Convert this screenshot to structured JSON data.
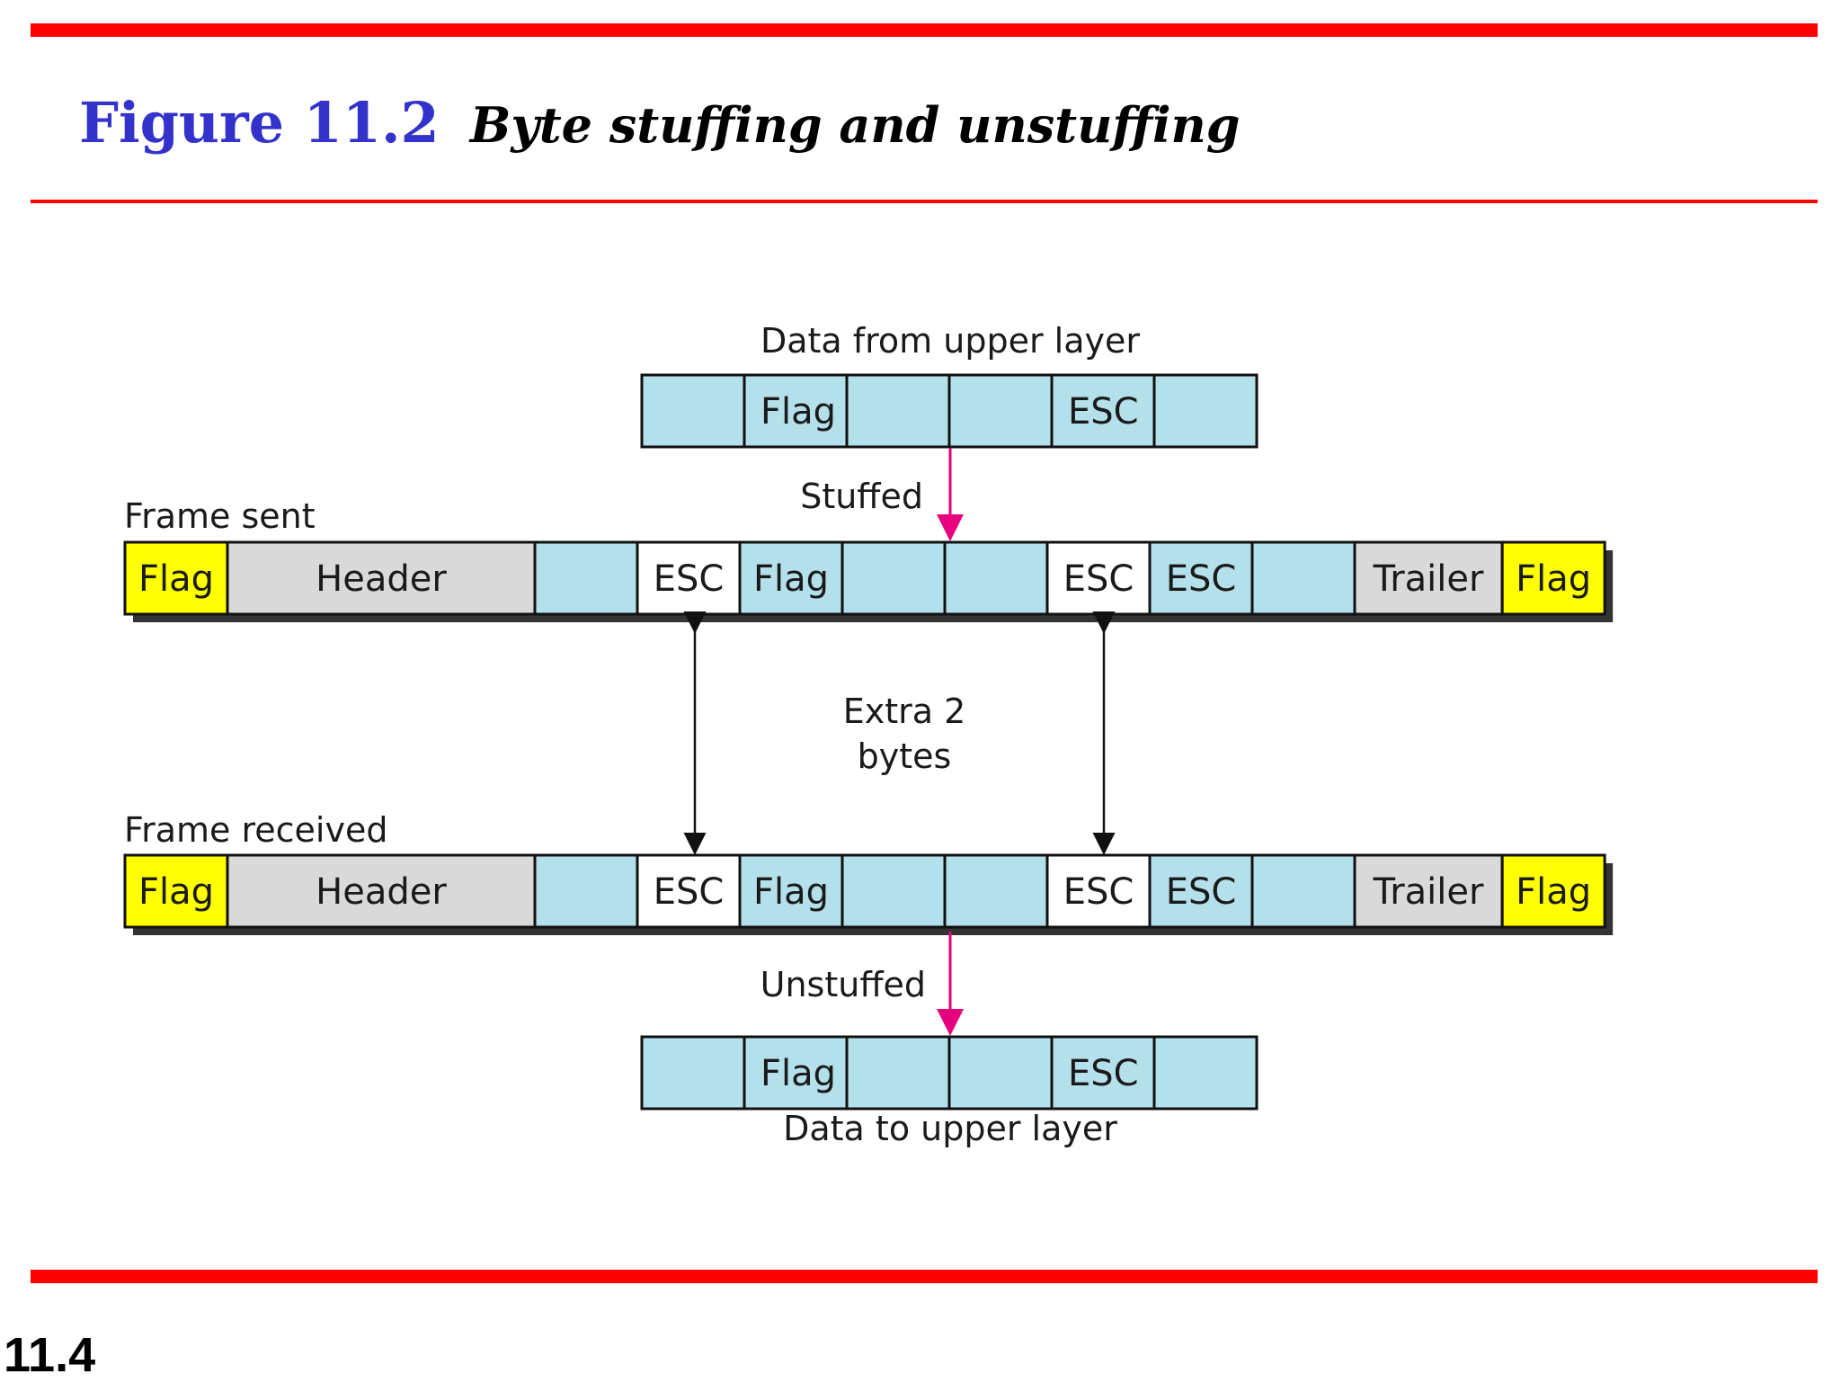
{
  "header": {
    "figure_number": "Figure 11.2",
    "caption": "Byte stuffing and unstuffing"
  },
  "footer": {
    "slide_number": "11.4"
  },
  "labels": {
    "data_from_upper": "Data from upper layer",
    "stuffed": "Stuffed",
    "frame_sent": "Frame sent",
    "extra_line1": "Extra 2",
    "extra_line2": "bytes",
    "frame_received": "Frame received",
    "unstuffed": "Unstuffed",
    "data_to_upper": "Data to upper layer"
  },
  "rows": {
    "data_from_upper": [
      {
        "text": "",
        "kind": "data",
        "span": 1
      },
      {
        "text": "Flag",
        "kind": "data",
        "span": 1
      },
      {
        "text": "",
        "kind": "data",
        "span": 1
      },
      {
        "text": "",
        "kind": "data",
        "span": 1
      },
      {
        "text": "ESC",
        "kind": "data",
        "span": 1
      },
      {
        "text": "",
        "kind": "data",
        "span": 1
      }
    ],
    "frame_sent": [
      {
        "text": "Flag",
        "kind": "flag",
        "span": 1
      },
      {
        "text": "Header",
        "kind": "header",
        "span": 3
      },
      {
        "text": "",
        "kind": "data",
        "span": 1
      },
      {
        "text": "ESC",
        "kind": "stuffed",
        "span": 1
      },
      {
        "text": "Flag",
        "kind": "data",
        "span": 1
      },
      {
        "text": "",
        "kind": "data",
        "span": 1
      },
      {
        "text": "",
        "kind": "data",
        "span": 1
      },
      {
        "text": "ESC",
        "kind": "stuffed",
        "span": 1
      },
      {
        "text": "ESC",
        "kind": "data",
        "span": 1
      },
      {
        "text": "",
        "kind": "data",
        "span": 1
      },
      {
        "text": "Trailer",
        "kind": "header",
        "span": 1.44
      },
      {
        "text": "Flag",
        "kind": "flag",
        "span": 1
      }
    ],
    "frame_received": [
      {
        "text": "Flag",
        "kind": "flag",
        "span": 1
      },
      {
        "text": "Header",
        "kind": "header",
        "span": 3
      },
      {
        "text": "",
        "kind": "data",
        "span": 1
      },
      {
        "text": "ESC",
        "kind": "stuffed",
        "span": 1
      },
      {
        "text": "Flag",
        "kind": "data",
        "span": 1
      },
      {
        "text": "",
        "kind": "data",
        "span": 1
      },
      {
        "text": "",
        "kind": "data",
        "span": 1
      },
      {
        "text": "ESC",
        "kind": "stuffed",
        "span": 1
      },
      {
        "text": "ESC",
        "kind": "data",
        "span": 1
      },
      {
        "text": "",
        "kind": "data",
        "span": 1
      },
      {
        "text": "Trailer",
        "kind": "header",
        "span": 1.44
      },
      {
        "text": "Flag",
        "kind": "flag",
        "span": 1
      }
    ],
    "data_to_upper": [
      {
        "text": "",
        "kind": "data",
        "span": 1
      },
      {
        "text": "Flag",
        "kind": "data",
        "span": 1
      },
      {
        "text": "",
        "kind": "data",
        "span": 1
      },
      {
        "text": "",
        "kind": "data",
        "span": 1
      },
      {
        "text": "ESC",
        "kind": "data",
        "span": 1
      },
      {
        "text": "",
        "kind": "data",
        "span": 1
      }
    ]
  },
  "colors": {
    "title_blue": "#3333cc",
    "rule_red": "#ff0000",
    "data_cell": "#b3e0ea",
    "flag_cell": "#ffff00",
    "header_cell": "#d9d9d9",
    "stuffed_cell": "#ffffff",
    "arrow_magenta": "#e6007e"
  }
}
